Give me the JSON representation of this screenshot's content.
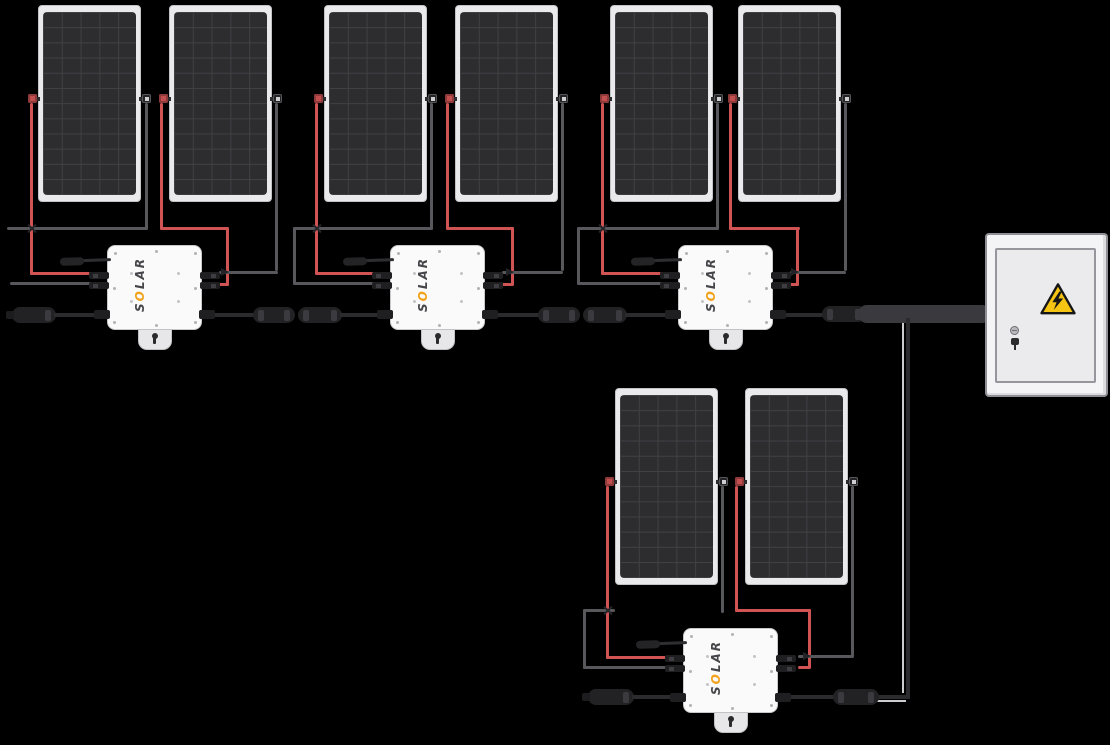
{
  "diagram": {
    "type": "solar-microinverter-wiring-diagram",
    "panel_count": 8,
    "microinverter_count": 4,
    "panels_per_inverter": 2,
    "groups": [
      {
        "id": 1,
        "panels": 2,
        "row": "top"
      },
      {
        "id": 2,
        "panels": 2,
        "row": "top"
      },
      {
        "id": 3,
        "panels": 2,
        "row": "top"
      },
      {
        "id": 4,
        "panels": 2,
        "row": "bottom"
      }
    ]
  },
  "inverter": {
    "logo_text": "SOLAR",
    "logo": {
      "s": "S",
      "o": "O",
      "rest": "LAR"
    }
  },
  "icons": {
    "warning": "high-voltage-warning-triangle-icon",
    "lock": "door-lock-knob-icon",
    "key": "door-key-icon",
    "antenna": "antenna-icon",
    "keyhole": "keyhole-slot-icon"
  },
  "colors": {
    "background": "#000000",
    "wire_positive": "#d05454",
    "wire_negative": "#58585c",
    "trunk_cable": "#2b2b2d",
    "panel_cell": "#2d2d30",
    "panel_frame": "#eaeaec",
    "inverter_body": "#fafafa",
    "logo_accent": "#f2a21c",
    "warning_yellow": "#f6c514",
    "box_body": "#f4f4f6"
  }
}
